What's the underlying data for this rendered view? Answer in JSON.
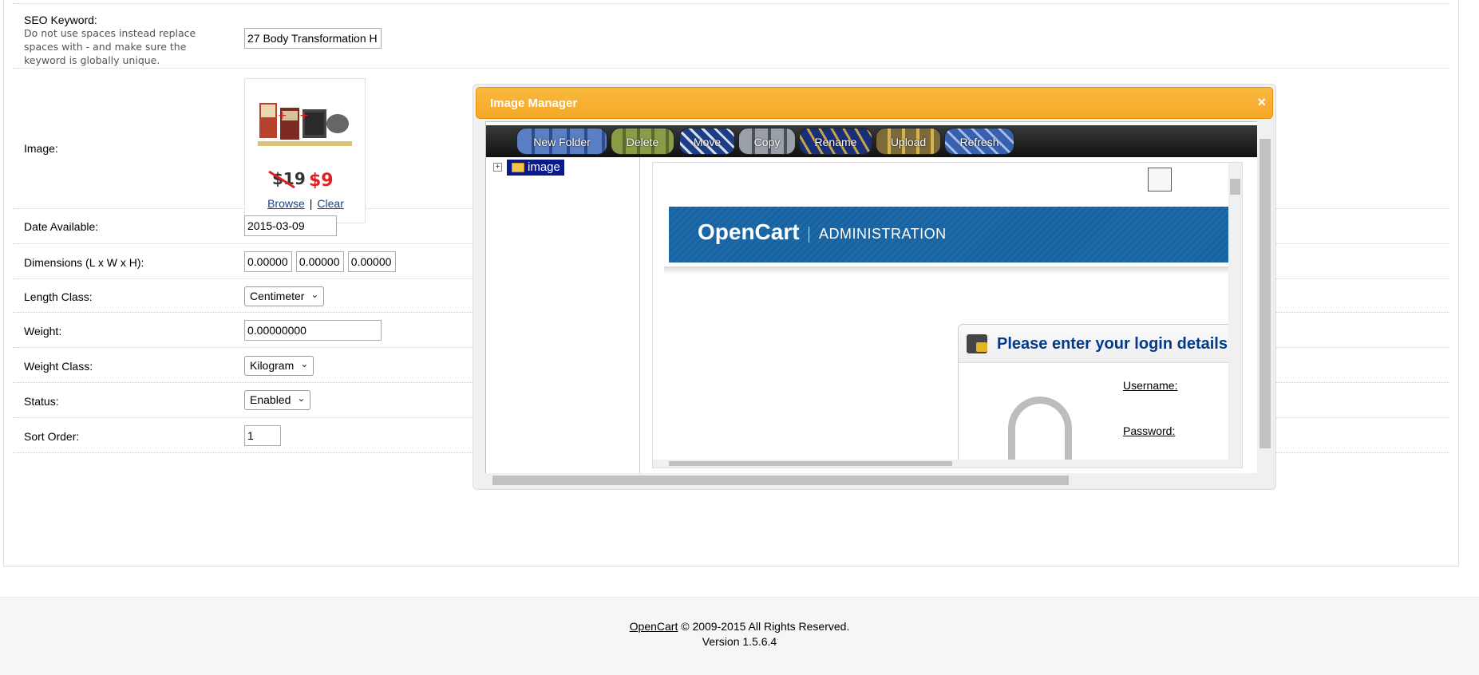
{
  "form": {
    "seo_label": "SEO Keyword:",
    "seo_help": "Do not use spaces instead replace spaces with - and make sure the keyword is globally unique.",
    "seo_value": "27 Body Transformation H",
    "image_label": "Image:",
    "browse_label": "Browse",
    "link_separator": "|",
    "clear_label": "Clear",
    "thumb_price_old": "$19",
    "thumb_price_new": "$9",
    "date_label": "Date Available:",
    "date_value": "2015-03-09",
    "dimensions_label": "Dimensions (L x W x H):",
    "length_value": "0.00000",
    "width_value": "0.00000",
    "height_value": "0.00000",
    "length_class_label": "Length Class:",
    "length_class_value": "Centimeter",
    "weight_label": "Weight:",
    "weight_value": "0.00000000",
    "weight_class_label": "Weight Class:",
    "weight_class_value": "Kilogram",
    "status_label": "Status:",
    "status_value": "Enabled",
    "sort_label": "Sort Order:",
    "sort_value": "1"
  },
  "dialog": {
    "title": "Image Manager",
    "close_glyph": "×",
    "toolbar": {
      "new_folder": "New Folder",
      "delete": "Delete",
      "move": "Move",
      "copy": "Copy",
      "rename": "Rename",
      "upload": "Upload",
      "refresh": "Refresh"
    },
    "tree_expand_glyph": "+",
    "tree_root": "image",
    "preview": {
      "brand": "OpenCart",
      "admin": "ADMINISTRATION",
      "login_title": "Please enter your login details.",
      "username_label": "Username:",
      "password_label": "Password:"
    }
  },
  "footer": {
    "link": "OpenCart",
    "copyright": " © 2009-2015 All Rights Reserved.",
    "version": "Version 1.5.6.4"
  },
  "colors": {
    "dialog_title": "#f6a828",
    "tree_selected": "#0a1a8c",
    "banner": "#1d6aa8",
    "login_title": "#003a88"
  },
  "icons": {
    "close": "close-icon",
    "folder": "folder-icon",
    "lock": "padlock-icon"
  }
}
